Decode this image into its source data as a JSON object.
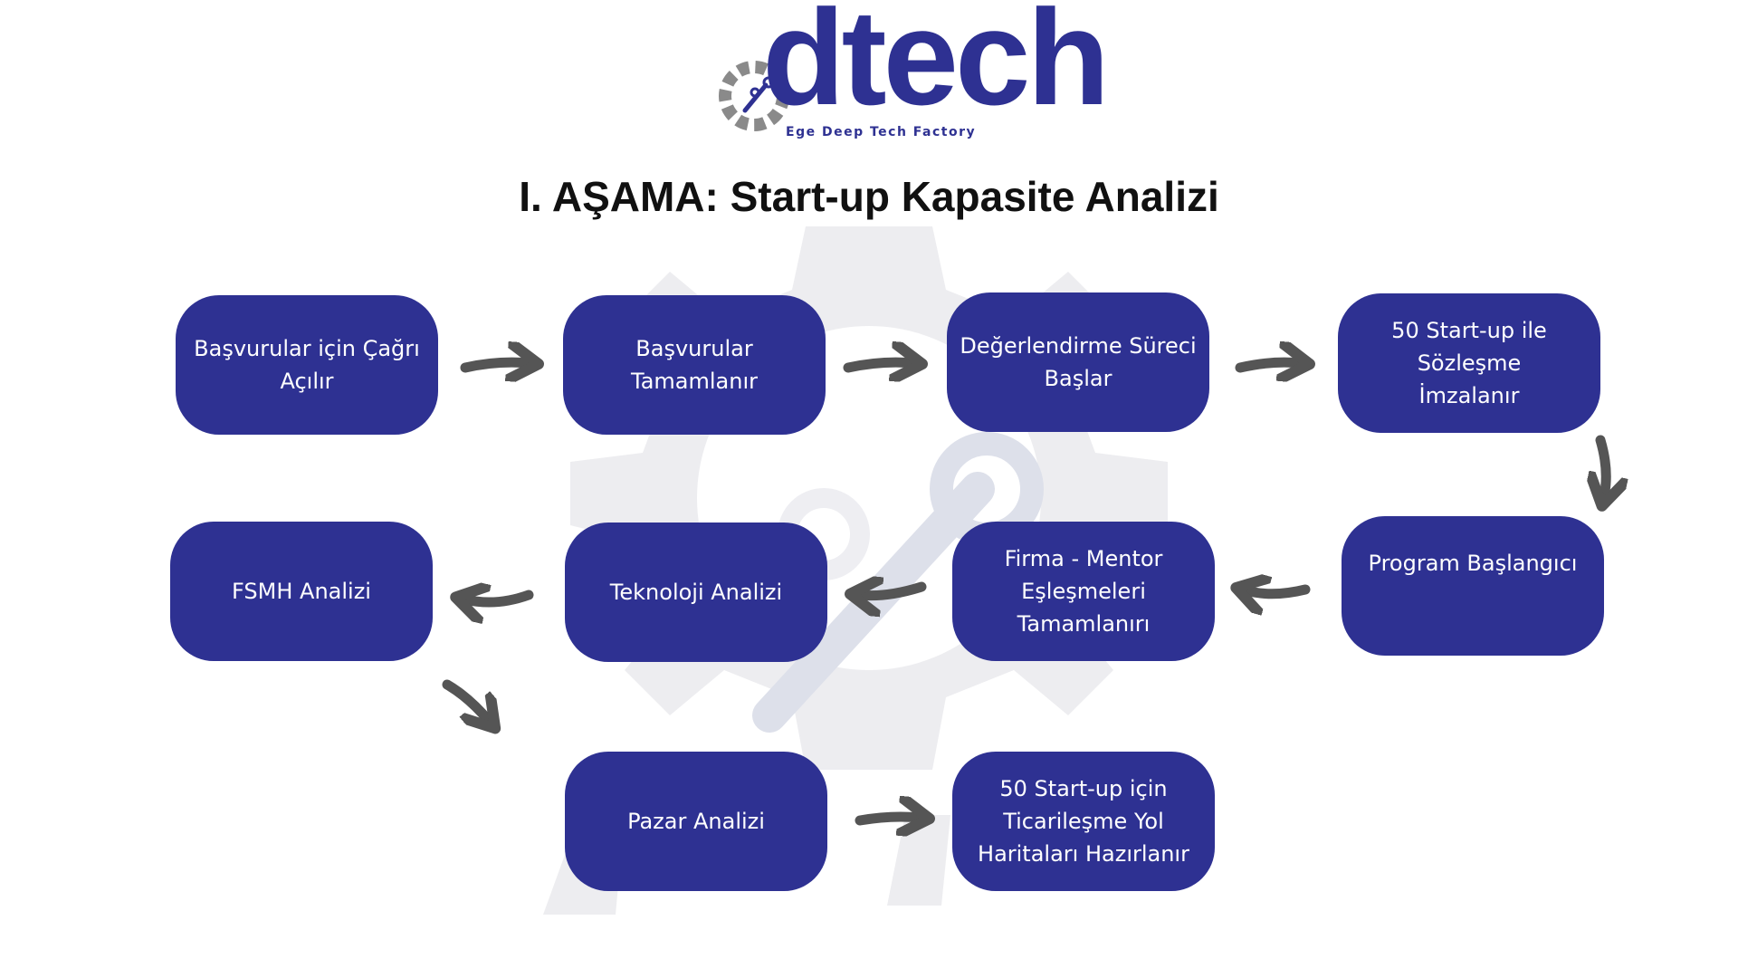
{
  "logo": {
    "wordmark": "dtech",
    "tagline": "Ege Deep Tech Factory"
  },
  "title": "I. AŞAMA: Start-up Kapasite Analizi",
  "steps": {
    "s1": "Başvurular için Çağrı\nAçılır",
    "s2": "Başvurular Tamamlanır",
    "s3": "Değerlendirme Süreci\nBaşlar",
    "s4": "50 Start-up ile Sözleşme\nİmzalanır",
    "s5": "Program Başlangıcı",
    "s6": "Firma - Mentor\nEşleşmeleri Tamamlanırı",
    "s7": "Teknoloji Analizi",
    "s8": "FSMH Analizi",
    "s9": "Pazar Analizi",
    "s10": "50 Start-up için\nTicarileşme Yol\nHaritaları Hazırlanır"
  },
  "colors": {
    "box": "#2e3192",
    "arrow": "#555555",
    "watermark": "#eeeef2"
  }
}
